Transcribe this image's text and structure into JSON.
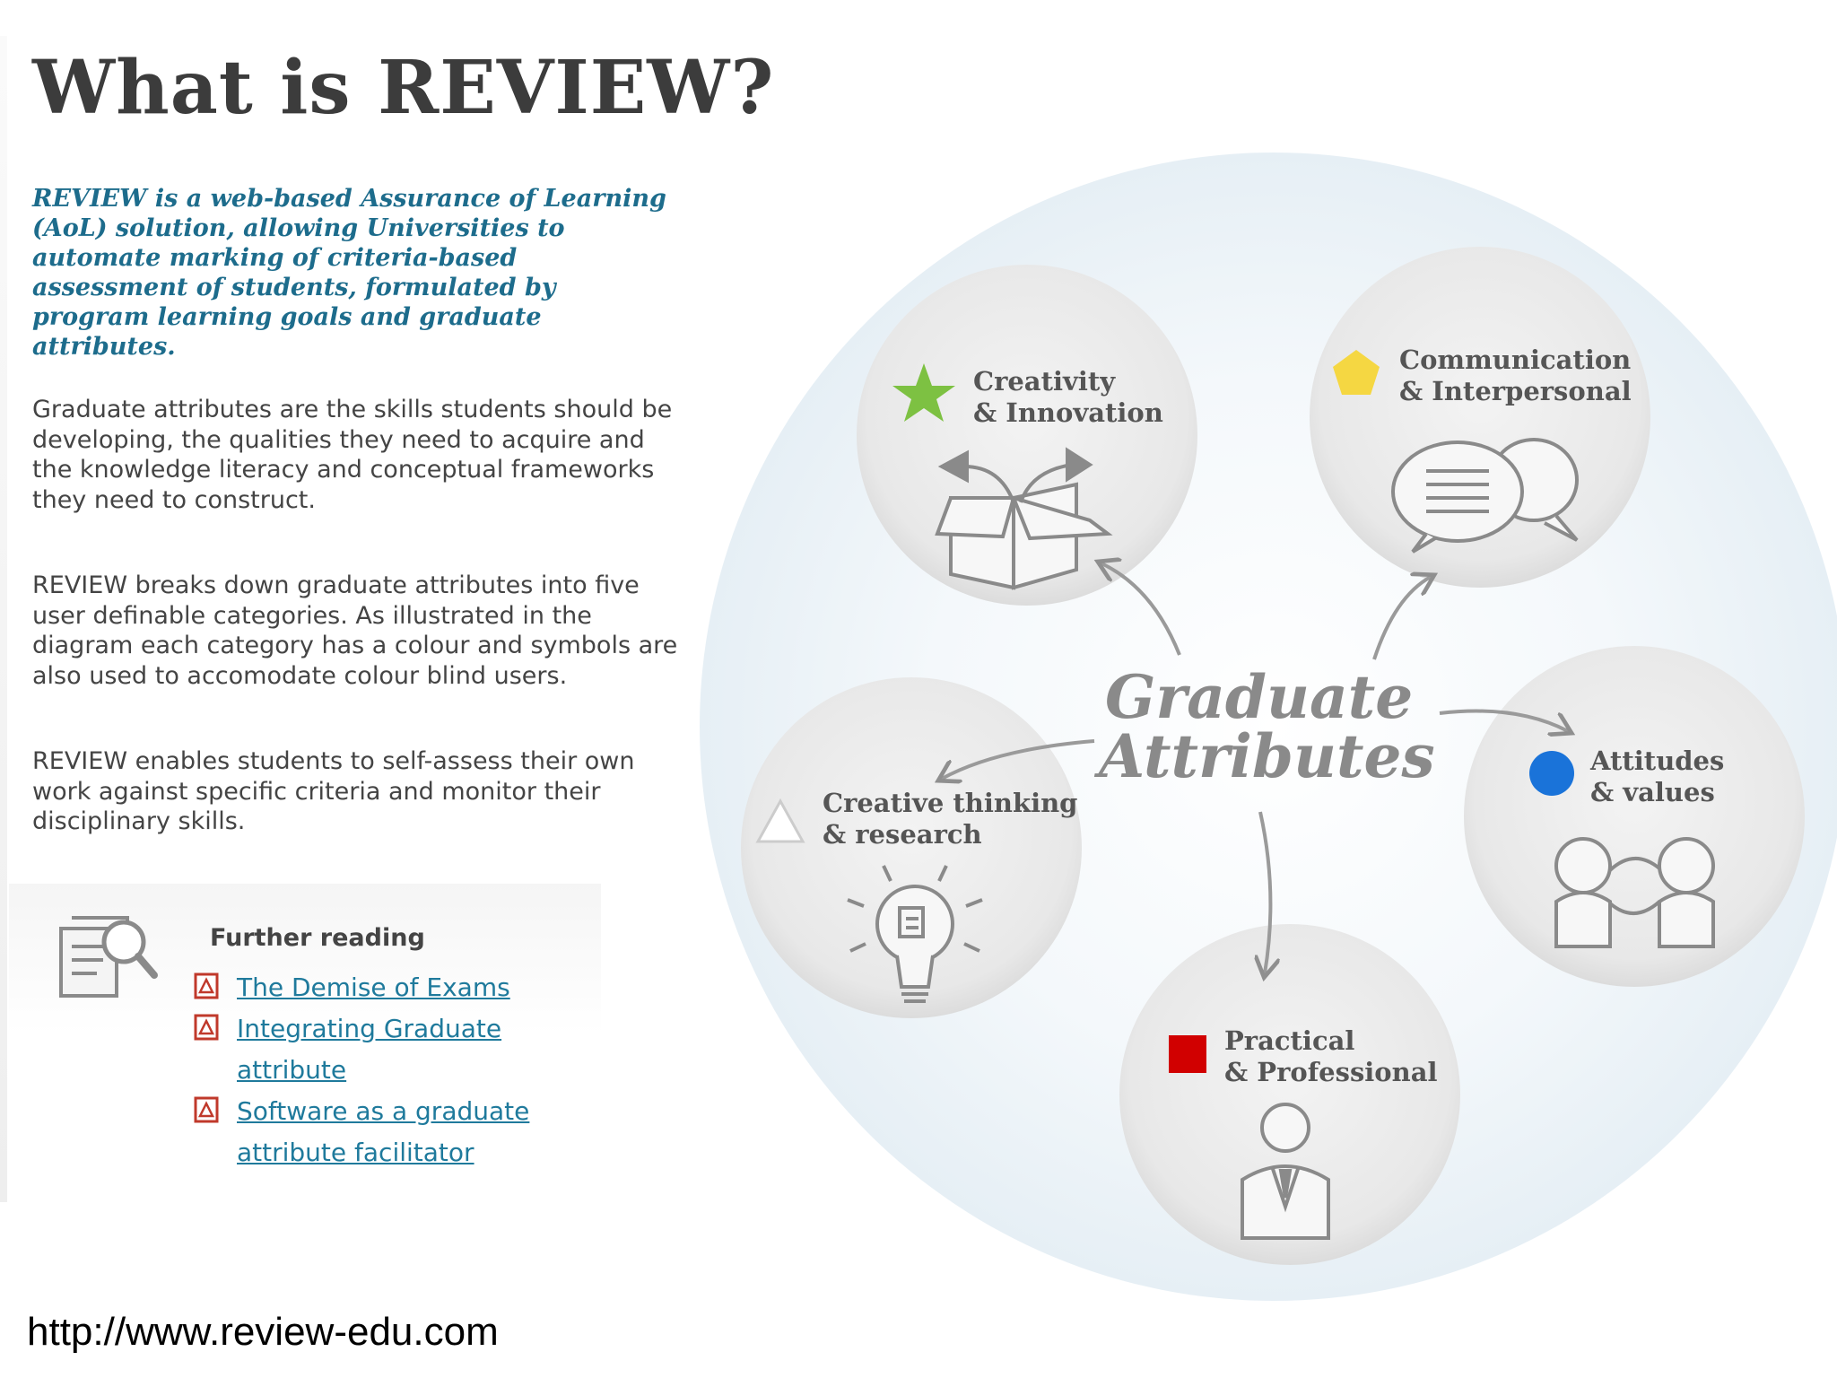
{
  "title": "What is REVIEW?",
  "intro": "REVIEW is a web-based Assurance of Learning (AoL) solution, allowing Universities to automate marking of criteria-based assessment of students, formulated by program learning goals and graduate attributes.",
  "paragraphs": [
    "Graduate attributes are the skills students should be developing, the qualities they need to acquire and the knowledge literacy and conceptual frameworks they need to construct.",
    "REVIEW breaks down graduate attributes into five user definable categories. As illustrated in the diagram each category has a colour and symbols are also used to accomodate colour blind users.",
    "REVIEW enables students to self-assess their own work against specific criteria and monitor their disciplinary skills."
  ],
  "further_reading": {
    "title": "Further reading",
    "links": [
      "The Demise of Exams",
      "Integrating Graduate attribute",
      "Software as a graduate attribute facilitator"
    ]
  },
  "url": "http://www.review-edu.com",
  "diagram": {
    "center": [
      "Graduate",
      "Attributes"
    ],
    "categories": [
      {
        "line1": "Creativity",
        "line2": "& Innovation",
        "symbol": "star",
        "color": "#7dc142",
        "icon": "open-box-icon"
      },
      {
        "line1": "Communication",
        "line2": "& Interpersonal",
        "symbol": "pentagon",
        "color": "#f5d742",
        "icon": "speech-bubbles-icon"
      },
      {
        "line1": "Attitudes",
        "line2": "& values",
        "symbol": "circle",
        "color": "#1a73d9",
        "icon": "people-exchange-icon"
      },
      {
        "line1": "Practical",
        "line2": "& Professional",
        "symbol": "square",
        "color": "#d10000",
        "icon": "professional-person-icon"
      },
      {
        "line1": "Creative thinking",
        "line2": "& research",
        "symbol": "triangle",
        "color": "#ffffff",
        "icon": "lightbulb-icon"
      }
    ]
  }
}
